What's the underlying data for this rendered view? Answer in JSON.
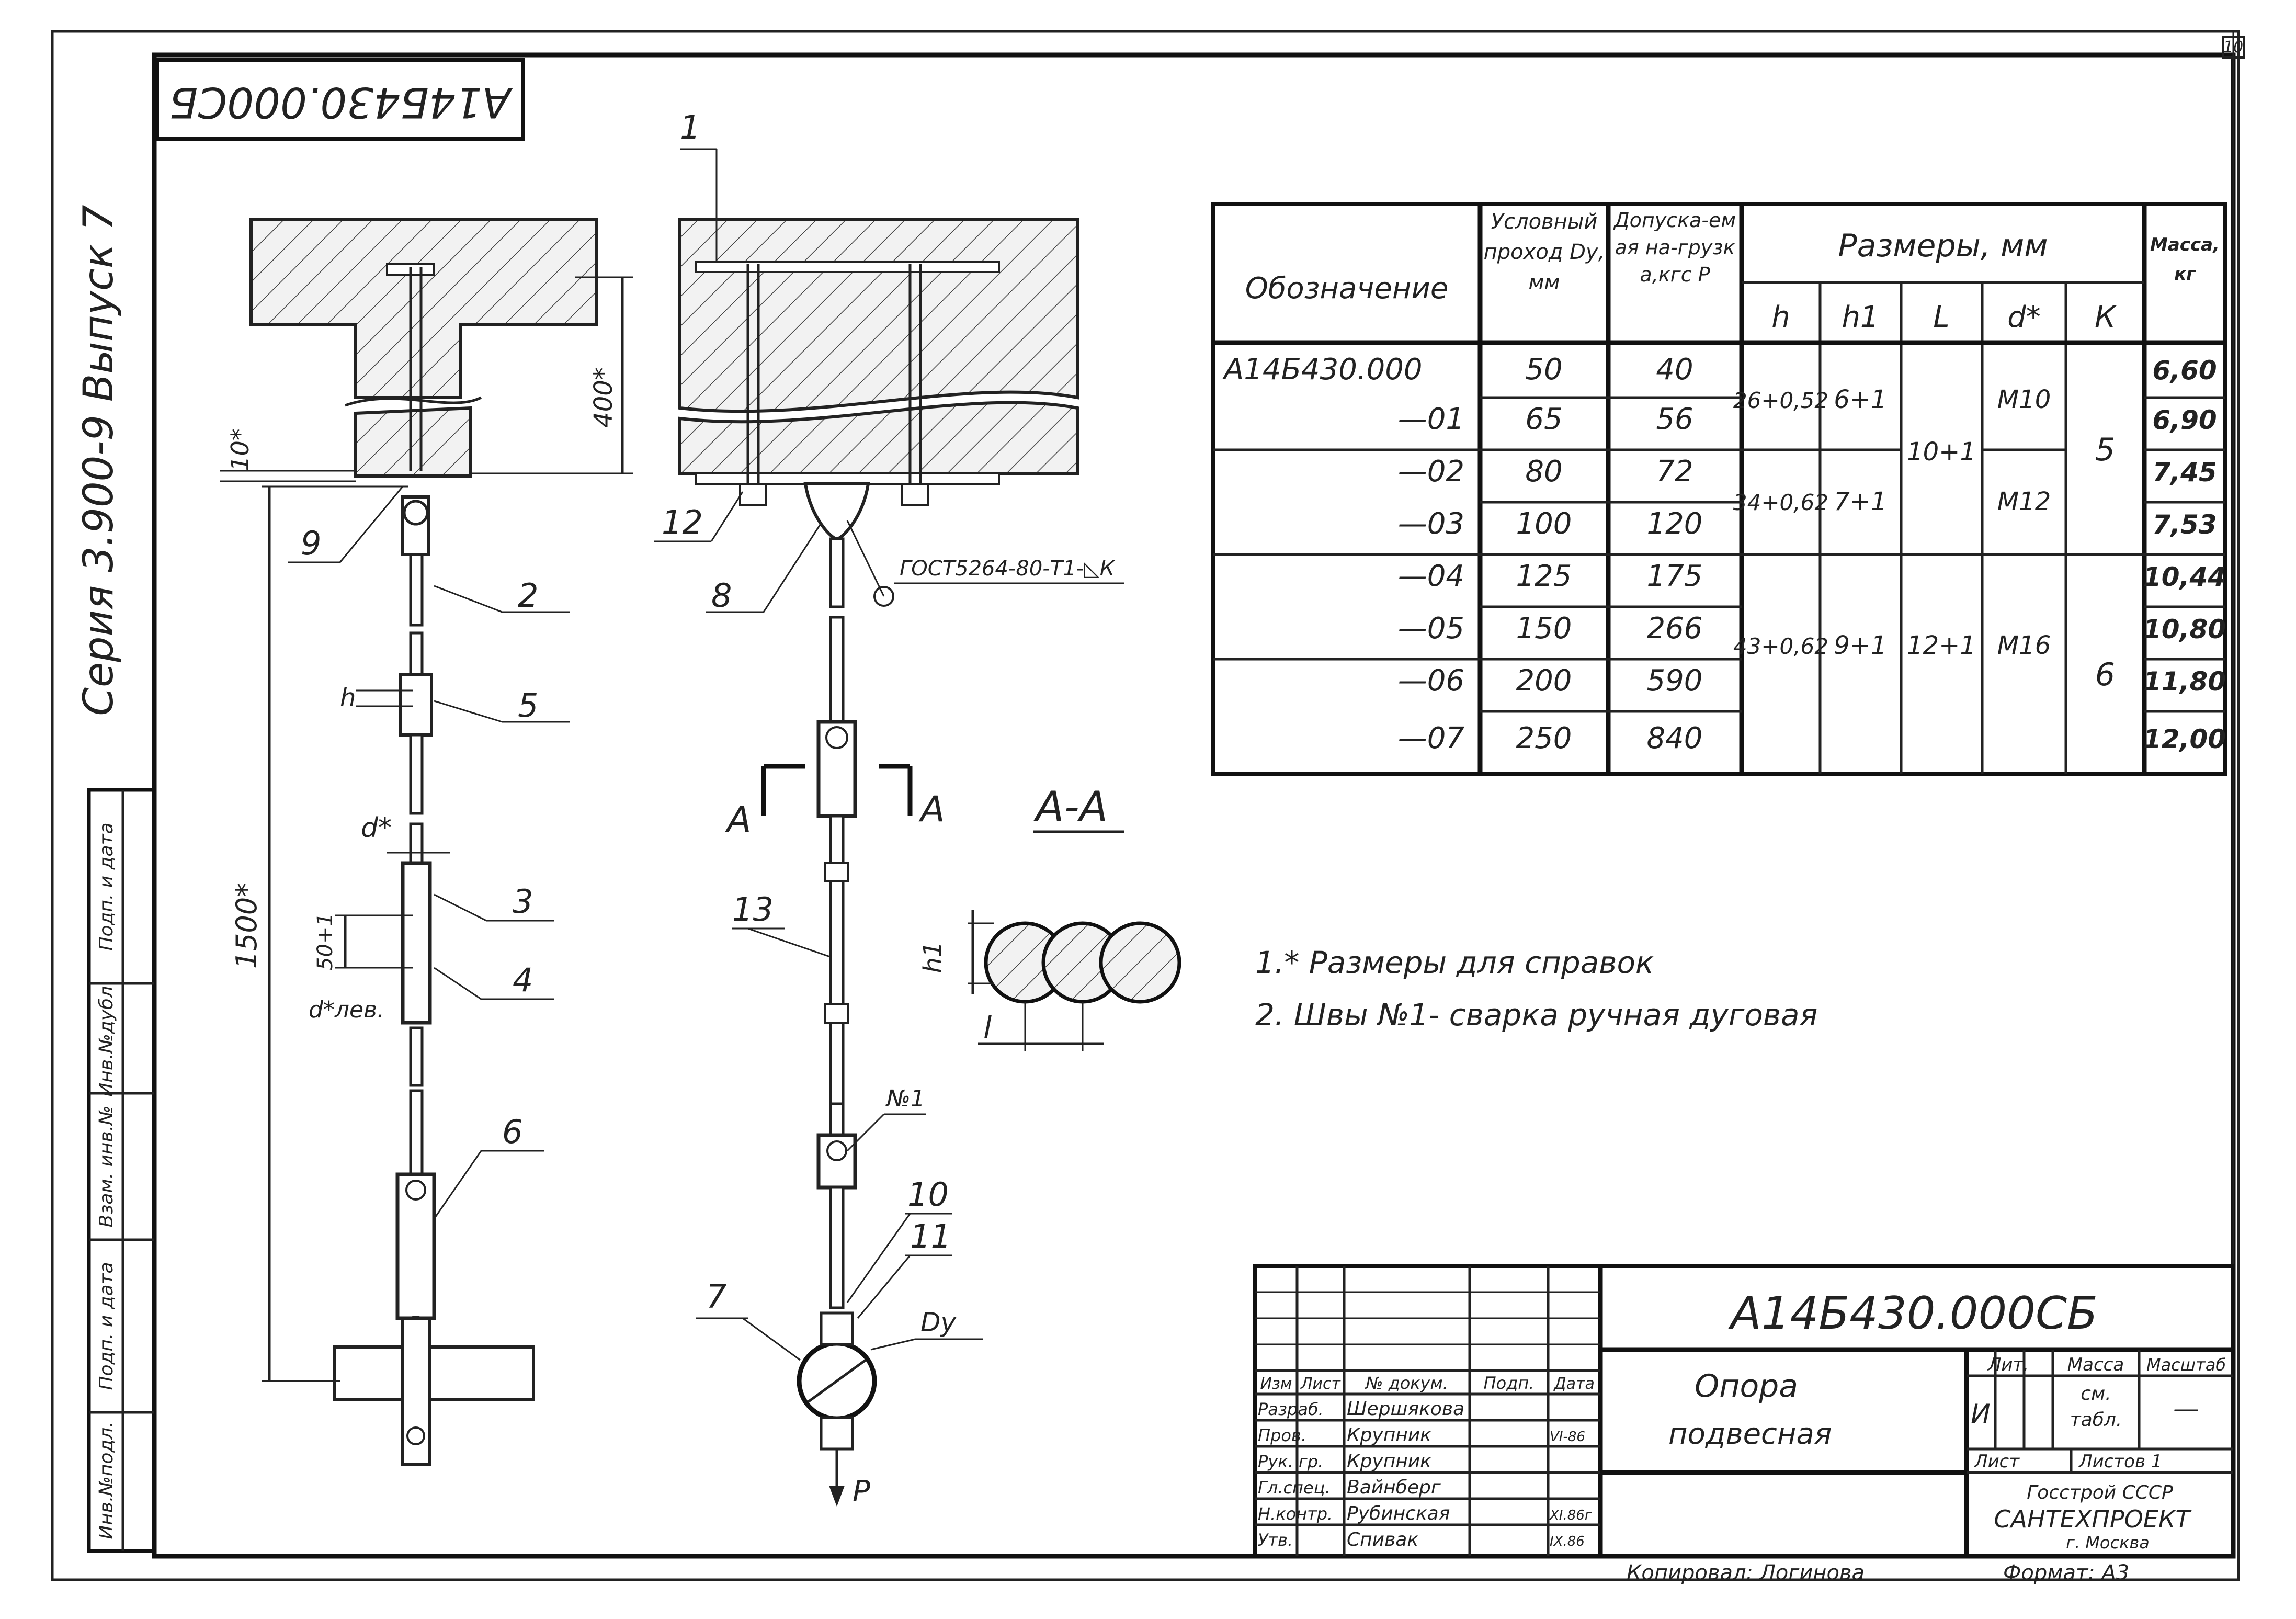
{
  "sheet": {
    "number": "10",
    "stamp_code": "А14Б430.000СБ",
    "series_label": "Серия 3.900-9 Выпуск 7",
    "copied_by": "Копировал: Логинова",
    "format": "Формат: А3"
  },
  "side_strip": [
    "Инв.№подл.",
    "Подп. и дата",
    "Взам. инв.№",
    "Инв.№дубл.",
    "Подп. и дата"
  ],
  "drawing": {
    "dims": {
      "d400": "400*",
      "d10": "10*",
      "d1500": "1500*",
      "d50": "50+1",
      "h": "h",
      "dstar": "d*",
      "dlev": "d*лев.",
      "h1": "h1",
      "l": "l",
      "dy": "Dу",
      "p": "P"
    },
    "weld_note": "ГОСТ5264-80-Т1-◺К",
    "weld_no": "№1",
    "section_a": "А",
    "section_aa": "А-А",
    "callouts": [
      "1",
      "2",
      "3",
      "4",
      "5",
      "6",
      "7",
      "8",
      "9",
      "10",
      "11",
      "12",
      "13"
    ]
  },
  "table": {
    "headers": {
      "designation": "Обозначение",
      "nominal_bore": "Условный проход Dу, мм",
      "load": "Допуска-емая на-грузка,кгс P",
      "sizes": "Размеры, мм",
      "h": "h",
      "h1": "h1",
      "l": "L",
      "d": "d*",
      "k": "К",
      "mass": "Масса, кг"
    },
    "rows": [
      {
        "designation": "А14Б430.000",
        "dy": "50",
        "p": "40",
        "mass": "6,60"
      },
      {
        "designation": "—01",
        "dy": "65",
        "p": "56",
        "mass": "6,90"
      },
      {
        "designation": "—02",
        "dy": "80",
        "p": "72",
        "mass": "7,45"
      },
      {
        "designation": "—03",
        "dy": "100",
        "p": "120",
        "mass": "7,53"
      },
      {
        "designation": "—04",
        "dy": "125",
        "p": "175",
        "mass": "10,44"
      },
      {
        "designation": "—05",
        "dy": "150",
        "p": "266",
        "mass": "10,80"
      },
      {
        "designation": "—06",
        "dy": "200",
        "p": "590",
        "mass": "11,80"
      },
      {
        "designation": "—07",
        "dy": "250",
        "p": "840",
        "mass": "12,00"
      }
    ],
    "merged": {
      "h_a": "26+0,52",
      "h_b": "34+0,62",
      "h_c": "43+0,62",
      "h1_a": "6+1",
      "h1_b": "7+1",
      "h1_c": "9+1",
      "l_a": "10+1",
      "l_b": "12+1",
      "d_a": "М10",
      "d_b": "М12",
      "d_c": "М16",
      "k_a": "5",
      "k_b": "6"
    }
  },
  "notes": [
    "1.* Размеры для справок",
    "2. Швы №1- сварка ручная дуговая"
  ],
  "title_block": {
    "doc_code": "А14Б430.000СБ",
    "name_line1": "Опора",
    "name_line2": "подвесная",
    "lit_label": "Лит.",
    "mass_label": "Масса",
    "scale_label": "Масштаб",
    "lit_value": "И",
    "mass_value": "см. табл.",
    "scale_value": "—",
    "sheet_label": "Лист",
    "sheets_label": "Листов 1",
    "org1": "Госстрой СССР",
    "org2": "САНТЕХПРОЕКТ",
    "org3": "г. Москва",
    "col_headers": [
      "Изм",
      "Лист",
      "№ докум.",
      "Подп.",
      "Дата"
    ],
    "roles": [
      {
        "role": "Разраб.",
        "name": "Шершякова",
        "date": ""
      },
      {
        "role": "Пров.",
        "name": "Крупник",
        "date": "VI-86"
      },
      {
        "role": "Рук. гр.",
        "name": "Крупник",
        "date": ""
      },
      {
        "role": "Гл.спец.",
        "name": "Вайнберг",
        "date": ""
      },
      {
        "role": "Н.контр.",
        "name": "Рубинская",
        "date": "XI.86г"
      },
      {
        "role": "Утв.",
        "name": "Спивак",
        "date": "IX.86"
      }
    ]
  }
}
